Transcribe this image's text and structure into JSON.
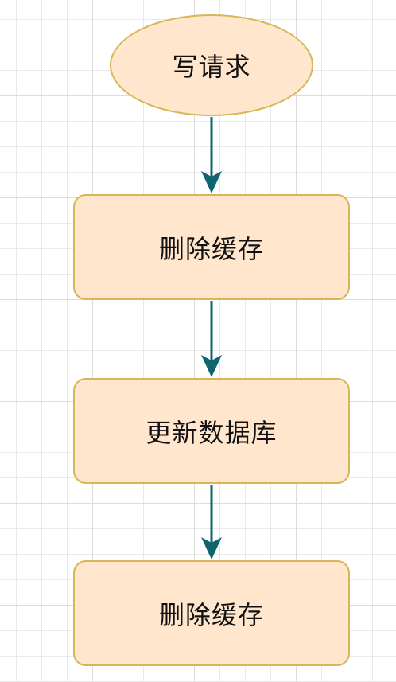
{
  "diagram": {
    "nodes": [
      {
        "id": "start",
        "shape": "ellipse",
        "label": "写请求"
      },
      {
        "id": "step1",
        "shape": "rounded-rect",
        "label": "删除缓存"
      },
      {
        "id": "step2",
        "shape": "rounded-rect",
        "label": "更新数据库"
      },
      {
        "id": "step3",
        "shape": "rounded-rect",
        "label": "删除缓存"
      }
    ],
    "edges": [
      {
        "from": "start",
        "to": "step1"
      },
      {
        "from": "step1",
        "to": "step2"
      },
      {
        "from": "step2",
        "to": "step3"
      }
    ],
    "colors": {
      "node_fill": "#ffe6cc",
      "node_stroke": "#d6b656",
      "arrow": "#0e6570",
      "grid": "#e9e9e9"
    }
  }
}
